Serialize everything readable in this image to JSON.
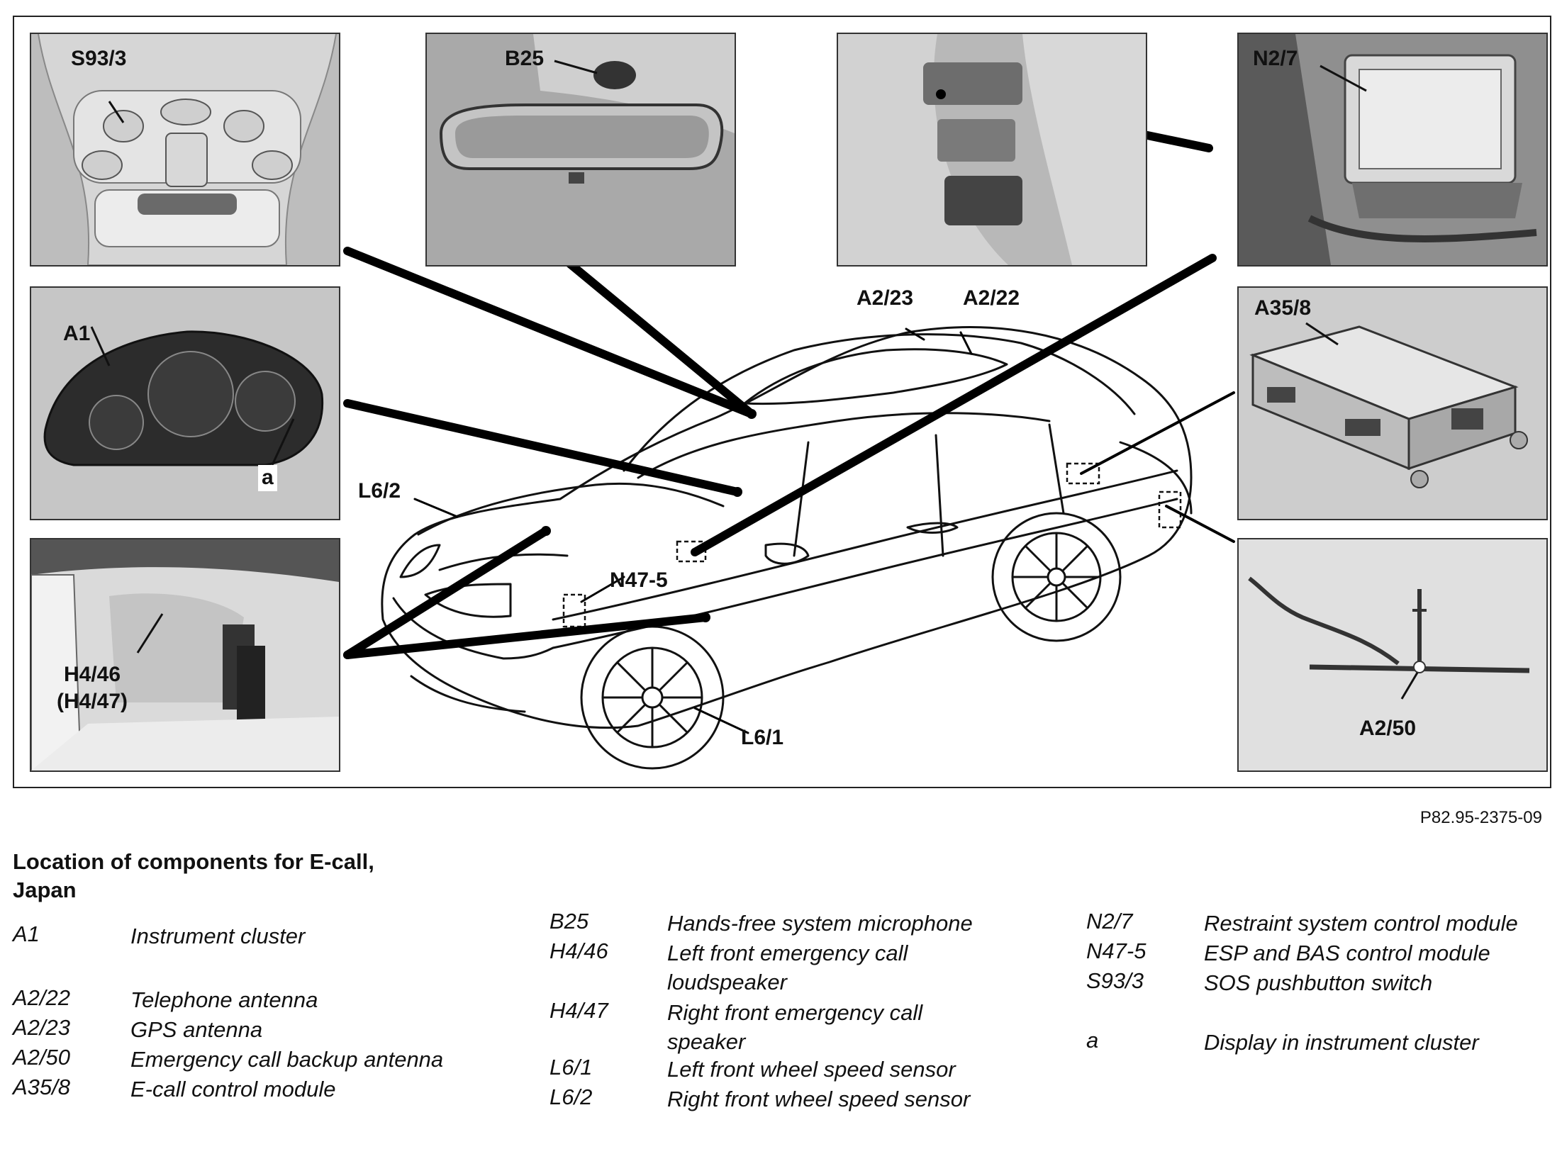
{
  "figure": {
    "callouts": {
      "s93_3": "S93/3",
      "b25": "B25",
      "n2_7": "N2/7",
      "a1": "A1",
      "a": "a",
      "a35_8": "A35/8",
      "h4_46": "H4/46",
      "h4_47": "(H4/47)",
      "a2_50": "A2/50",
      "a2_23": "A2/23",
      "a2_22": "A2/22",
      "l6_2": "L6/2",
      "n47_5": "N47-5",
      "l6_1": "L6/1"
    },
    "code": "P82.95-2375-09"
  },
  "title": [
    "Location of components for E-call,",
    "Japan"
  ],
  "legend": [
    [
      {
        "code": "A1",
        "desc": "Instrument cluster"
      },
      {
        "code": "A2/22",
        "desc": "Telephone antenna"
      },
      {
        "code": "A2/23",
        "desc": "GPS antenna"
      },
      {
        "code": "A2/50",
        "desc": "Emergency call backup antenna"
      },
      {
        "code": "A35/8",
        "desc": "E-call control module"
      }
    ],
    [
      {
        "code": "B25",
        "desc": "Hands-free system microphone"
      },
      {
        "code": "H4/46",
        "desc": "Left front emergency call loudspeaker"
      },
      {
        "code": "H4/47",
        "desc": "Right front emergency call speaker"
      },
      {
        "code": "L6/1",
        "desc": "Left front wheel speed sensor"
      },
      {
        "code": "L6/2",
        "desc": "Right front wheel speed sensor"
      }
    ],
    [
      {
        "code": "N2/7",
        "desc": "Restraint system control module"
      },
      {
        "code": "N47-5",
        "desc": "ESP and BAS control module"
      },
      {
        "code": "S93/3",
        "desc": "SOS pushbutton switch"
      },
      {
        "code": "a",
        "desc": "Display in instrument cluster"
      }
    ]
  ]
}
